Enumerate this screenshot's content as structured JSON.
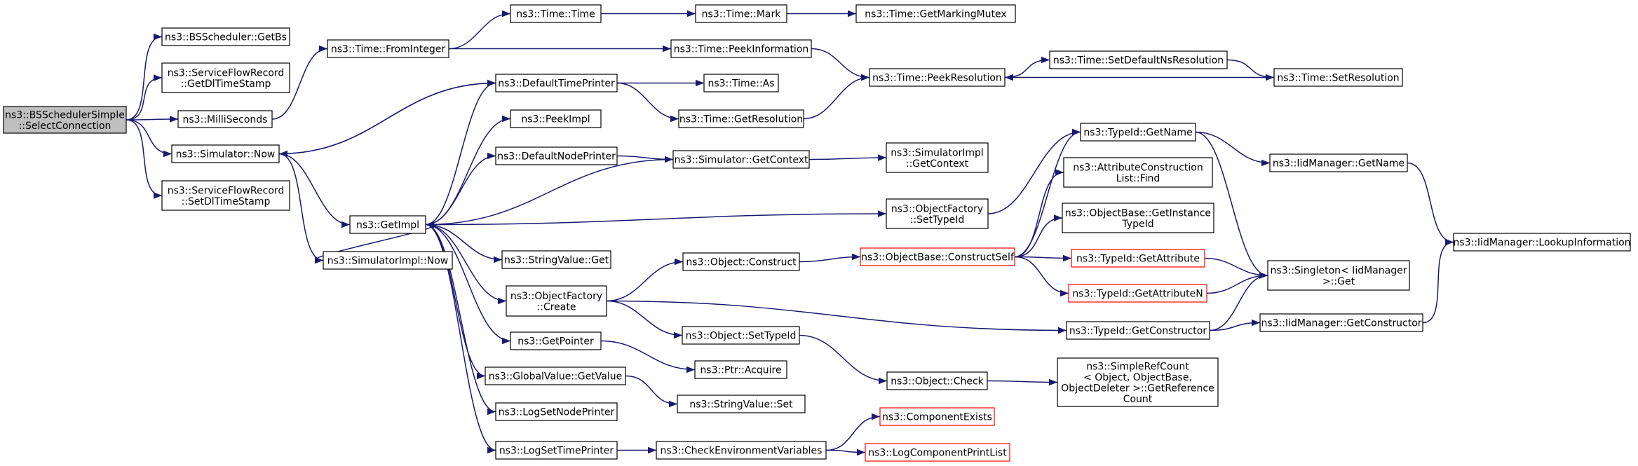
{
  "diagram": {
    "colors": {
      "edge": "#191970",
      "box_border": "#000000",
      "box_fill": "#ffffff",
      "root_fill": "#bfbfbf",
      "truncated_border": "#ff0000"
    },
    "nodes": [
      {
        "id": "root",
        "lines": [
          "ns3::BSSchedulerSimple",
          "::SelectConnection"
        ],
        "style": "root"
      },
      {
        "id": "bsgetbs",
        "lines": [
          "ns3::BSScheduler::GetBs"
        ],
        "style": "normal"
      },
      {
        "id": "sfr_get",
        "lines": [
          "ns3::ServiceFlowRecord",
          "::GetDlTimeStamp"
        ],
        "style": "normal"
      },
      {
        "id": "millisec",
        "lines": [
          "ns3::MilliSeconds"
        ],
        "style": "normal"
      },
      {
        "id": "simnow",
        "lines": [
          "ns3::Simulator::Now"
        ],
        "style": "normal"
      },
      {
        "id": "sfr_set",
        "lines": [
          "ns3::ServiceFlowRecord",
          "::SetDlTimeStamp"
        ],
        "style": "normal"
      },
      {
        "id": "frominteger",
        "lines": [
          "ns3::Time::FromInteger"
        ],
        "style": "normal"
      },
      {
        "id": "getimpl",
        "lines": [
          "ns3::GetImpl"
        ],
        "style": "normal"
      },
      {
        "id": "simimplnow",
        "lines": [
          "ns3::SimulatorImpl::Now"
        ],
        "style": "normal"
      },
      {
        "id": "timetime",
        "lines": [
          "ns3::Time::Time"
        ],
        "style": "normal"
      },
      {
        "id": "deftimeprinter",
        "lines": [
          "ns3::DefaultTimePrinter"
        ],
        "style": "normal"
      },
      {
        "id": "peekimpl",
        "lines": [
          "ns3::PeekImpl"
        ],
        "style": "normal"
      },
      {
        "id": "defnodeprinter",
        "lines": [
          "ns3::DefaultNodePrinter"
        ],
        "style": "normal"
      },
      {
        "id": "strvalget",
        "lines": [
          "ns3::StringValue::Get"
        ],
        "style": "normal"
      },
      {
        "id": "ofcreate",
        "lines": [
          "ns3::ObjectFactory",
          "::Create"
        ],
        "style": "normal"
      },
      {
        "id": "getpointer",
        "lines": [
          "ns3::GetPointer"
        ],
        "style": "normal"
      },
      {
        "id": "gvgetvalue",
        "lines": [
          "ns3::GlobalValue::GetValue"
        ],
        "style": "normal"
      },
      {
        "id": "logsetnode",
        "lines": [
          "ns3::LogSetNodePrinter"
        ],
        "style": "normal"
      },
      {
        "id": "logsettime",
        "lines": [
          "ns3::LogSetTimePrinter"
        ],
        "style": "normal"
      },
      {
        "id": "timemark",
        "lines": [
          "ns3::Time::Mark"
        ],
        "style": "normal"
      },
      {
        "id": "peekinfo",
        "lines": [
          "ns3::Time::PeekInformation"
        ],
        "style": "normal"
      },
      {
        "id": "timeas",
        "lines": [
          "ns3::Time::As"
        ],
        "style": "normal"
      },
      {
        "id": "getres",
        "lines": [
          "ns3::Time::GetResolution"
        ],
        "style": "normal"
      },
      {
        "id": "simgetctx",
        "lines": [
          "ns3::Simulator::GetContext"
        ],
        "style": "normal"
      },
      {
        "id": "objconstruct",
        "lines": [
          "ns3::Object::Construct"
        ],
        "style": "normal"
      },
      {
        "id": "objsettypeid",
        "lines": [
          "ns3::Object::SetTypeId"
        ],
        "style": "normal"
      },
      {
        "id": "ptracquire",
        "lines": [
          "ns3::Ptr::Acquire"
        ],
        "style": "normal"
      },
      {
        "id": "strvalset",
        "lines": [
          "ns3::StringValue::Set"
        ],
        "style": "normal"
      },
      {
        "id": "checkenv",
        "lines": [
          "ns3::CheckEnvironmentVariables"
        ],
        "style": "normal"
      },
      {
        "id": "getmarkmutex",
        "lines": [
          "ns3::Time::GetMarkingMutex"
        ],
        "style": "normal"
      },
      {
        "id": "peekres",
        "lines": [
          "ns3::Time::PeekResolution"
        ],
        "style": "normal"
      },
      {
        "id": "simimplctx",
        "lines": [
          "ns3::SimulatorImpl",
          "::GetContext"
        ],
        "style": "normal"
      },
      {
        "id": "ofsettypeid",
        "lines": [
          "ns3::ObjectFactory",
          "::SetTypeId"
        ],
        "style": "normal"
      },
      {
        "id": "constructself",
        "lines": [
          "ns3::ObjectBase::ConstructSelf"
        ],
        "style": "truncated"
      },
      {
        "id": "objcheck",
        "lines": [
          "ns3::Object::Check"
        ],
        "style": "normal"
      },
      {
        "id": "compexists",
        "lines": [
          "ns3::ComponentExists"
        ],
        "style": "truncated"
      },
      {
        "id": "logcompprint",
        "lines": [
          "ns3::LogComponentPrintList"
        ],
        "style": "truncated"
      },
      {
        "id": "setdefres",
        "lines": [
          "ns3::Time::SetDefaultNsResolution"
        ],
        "style": "normal"
      },
      {
        "id": "tidgetname",
        "lines": [
          "ns3::TypeId::GetName"
        ],
        "style": "normal"
      },
      {
        "id": "aclfind",
        "lines": [
          "ns3::AttributeConstruction",
          "List::Find"
        ],
        "style": "normal"
      },
      {
        "id": "obgetinst",
        "lines": [
          "ns3::ObjectBase::GetInstance",
          "TypeId"
        ],
        "style": "normal"
      },
      {
        "id": "tidgetattr",
        "lines": [
          "ns3::TypeId::GetAttribute"
        ],
        "style": "truncated"
      },
      {
        "id": "tidgetattrn",
        "lines": [
          "ns3::TypeId::GetAttributeN"
        ],
        "style": "truncated"
      },
      {
        "id": "tidgetctor",
        "lines": [
          "ns3::TypeId::GetConstructor"
        ],
        "style": "normal"
      },
      {
        "id": "simplerefcount",
        "lines": [
          "ns3::SimpleRefCount",
          "< Object, ObjectBase,",
          "ObjectDeleter >::GetReference",
          "Count"
        ],
        "style": "normal"
      },
      {
        "id": "setres",
        "lines": [
          "ns3::Time::SetResolution"
        ],
        "style": "normal"
      },
      {
        "id": "iidgetname",
        "lines": [
          "ns3::IidManager::GetName"
        ],
        "style": "normal"
      },
      {
        "id": "singleton",
        "lines": [
          "ns3::Singleton< IidManager",
          " >::Get"
        ],
        "style": "normal"
      },
      {
        "id": "iidgetctor",
        "lines": [
          "ns3::IidManager::GetConstructor"
        ],
        "style": "normal"
      },
      {
        "id": "iidlookup",
        "lines": [
          "ns3::IidManager::LookupInformation"
        ],
        "style": "normal"
      }
    ],
    "edges": [
      [
        "root",
        "bsgetbs"
      ],
      [
        "root",
        "sfr_get"
      ],
      [
        "root",
        "millisec"
      ],
      [
        "root",
        "simnow"
      ],
      [
        "root",
        "sfr_set"
      ],
      [
        "millisec",
        "frominteger"
      ],
      [
        "simnow",
        "deftimeprinter"
      ],
      [
        "simnow",
        "getimpl"
      ],
      [
        "simnow",
        "simimplnow"
      ],
      [
        "frominteger",
        "timetime"
      ],
      [
        "frominteger",
        "peekinfo"
      ],
      [
        "timetime",
        "timemark"
      ],
      [
        "timemark",
        "getmarkmutex"
      ],
      [
        "peekinfo",
        "peekres"
      ],
      [
        "deftimeprinter",
        "timeas"
      ],
      [
        "deftimeprinter",
        "getres"
      ],
      [
        "deftimeprinter",
        "simnow"
      ],
      [
        "getres",
        "peekres"
      ],
      [
        "peekres",
        "setdefres"
      ],
      [
        "setdefres",
        "setres"
      ],
      [
        "setres",
        "peekres"
      ],
      [
        "getimpl",
        "deftimeprinter"
      ],
      [
        "getimpl",
        "peekimpl"
      ],
      [
        "getimpl",
        "defnodeprinter"
      ],
      [
        "getimpl",
        "ofsettypeid"
      ],
      [
        "getimpl",
        "strvalget"
      ],
      [
        "getimpl",
        "ofcreate"
      ],
      [
        "getimpl",
        "getpointer"
      ],
      [
        "getimpl",
        "gvgetvalue"
      ],
      [
        "getimpl",
        "logsetnode"
      ],
      [
        "getimpl",
        "logsettime"
      ],
      [
        "getimpl",
        "simimplnow"
      ],
      [
        "defnodeprinter",
        "simgetctx"
      ],
      [
        "simgetctx",
        "getimpl"
      ],
      [
        "simgetctx",
        "simimplctx"
      ],
      [
        "ofsettypeid",
        "tidgetname"
      ],
      [
        "ofcreate",
        "objconstruct"
      ],
      [
        "ofcreate",
        "objsettypeid"
      ],
      [
        "ofcreate",
        "tidgetctor"
      ],
      [
        "objconstruct",
        "constructself"
      ],
      [
        "constructself",
        "tidgetname"
      ],
      [
        "constructself",
        "aclfind"
      ],
      [
        "constructself",
        "obgetinst"
      ],
      [
        "constructself",
        "tidgetattr"
      ],
      [
        "constructself",
        "tidgetattrn"
      ],
      [
        "objsettypeid",
        "objcheck"
      ],
      [
        "objcheck",
        "simplerefcount"
      ],
      [
        "getpointer",
        "ptracquire"
      ],
      [
        "gvgetvalue",
        "strvalset"
      ],
      [
        "logsettime",
        "checkenv"
      ],
      [
        "checkenv",
        "compexists"
      ],
      [
        "checkenv",
        "logcompprint"
      ],
      [
        "tidgetname",
        "iidgetname"
      ],
      [
        "tidgetname",
        "singleton"
      ],
      [
        "iidgetname",
        "iidlookup"
      ],
      [
        "tidgetattr",
        "singleton"
      ],
      [
        "tidgetattrn",
        "singleton"
      ],
      [
        "tidgetctor",
        "iidgetctor"
      ],
      [
        "tidgetctor",
        "singleton"
      ],
      [
        "iidgetctor",
        "iidlookup"
      ]
    ]
  }
}
